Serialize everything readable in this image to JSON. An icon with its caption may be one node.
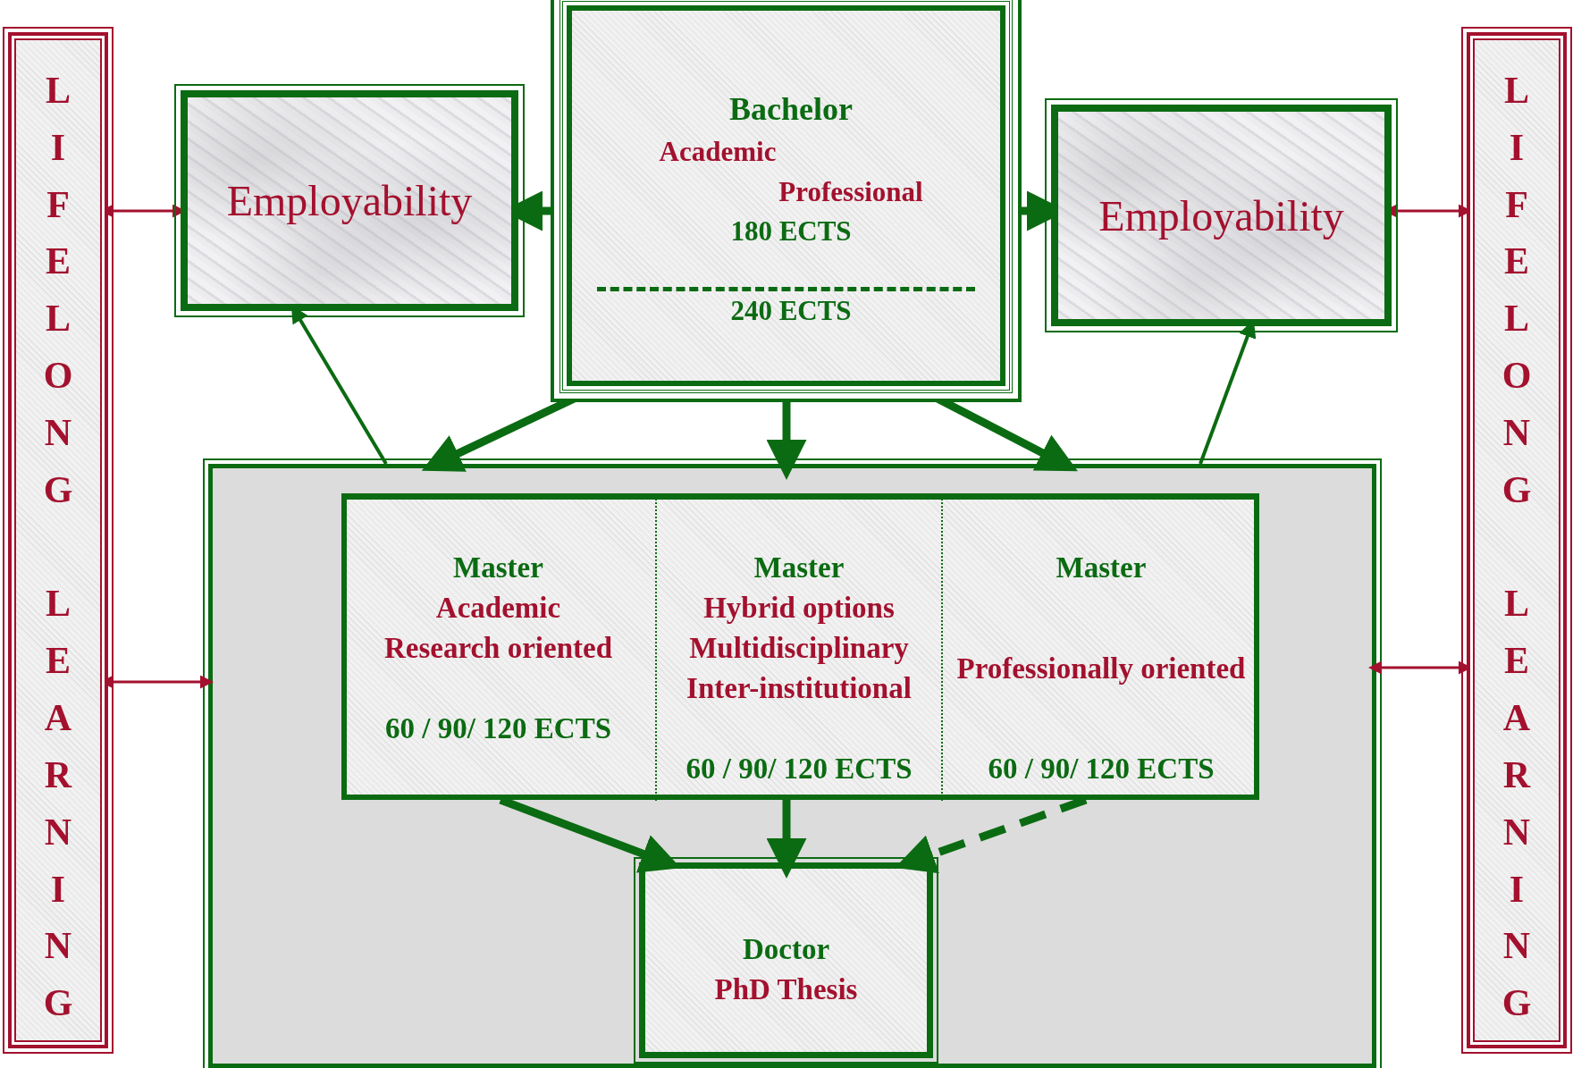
{
  "diagram": {
    "nodes": [
      {
        "text": [
          "LIFELONG LEARNING"
        ]
      },
      {
        "text": [
          "Employability"
        ]
      },
      {
        "text": [
          "Bachelor",
          "Academic",
          "Professional",
          "180 ECTS",
          "240 ECTS"
        ]
      },
      {
        "text": [
          "Employability"
        ]
      },
      {
        "text": [
          "LIFELONG LEARNING"
        ]
      },
      {
        "text": [],
        "shape": "box"
      },
      {
        "text": [],
        "shape": "box",
        "in": 5
      },
      {
        "text": [
          "Master",
          "Academic",
          "Research oriented",
          "60 / 90/ 120 ECTS"
        ],
        "in": 6
      },
      {
        "text": [
          "Master",
          "Hybrid options",
          "Multidisciplinary",
          "Inter-institutional",
          "60 / 90/ 120 ECTS"
        ],
        "in": 6
      },
      {
        "text": [
          "Master",
          "Professionally oriented",
          "60 / 90/ 120 ECTS"
        ],
        "in": 6
      },
      {
        "text": [
          "Doctor",
          "PhD Thesis"
        ],
        "in": 5
      }
    ],
    "edges": [
      {
        "from": 2,
        "to": 1,
        "arrow": "to"
      },
      {
        "from": 2,
        "to": 3,
        "arrow": "to"
      },
      {
        "from": 0,
        "to": 1,
        "arrow": "both",
        "color": "#a3112e"
      },
      {
        "from": 3,
        "to": 4,
        "arrow": "both",
        "color": "#a3112e"
      },
      {
        "from": 0,
        "to": 5,
        "arrow": "both",
        "color": "#a3112e"
      },
      {
        "from": 5,
        "to": 4,
        "arrow": "both",
        "color": "#a3112e"
      },
      {
        "from": 5,
        "to": 1,
        "arrow": "to"
      },
      {
        "from": 5,
        "to": 3,
        "arrow": "to"
      },
      {
        "from": 2,
        "to": 5,
        "arrow": "to"
      },
      {
        "from": 2,
        "to": 5,
        "arrow": "to"
      },
      {
        "from": 2,
        "to": 5,
        "arrow": "to"
      },
      {
        "from": 7,
        "to": 10,
        "arrow": "to"
      },
      {
        "from": 8,
        "to": 10,
        "arrow": "to"
      },
      {
        "from": 9,
        "to": 10,
        "arrow": "to",
        "style": "dashed"
      }
    ]
  }
}
